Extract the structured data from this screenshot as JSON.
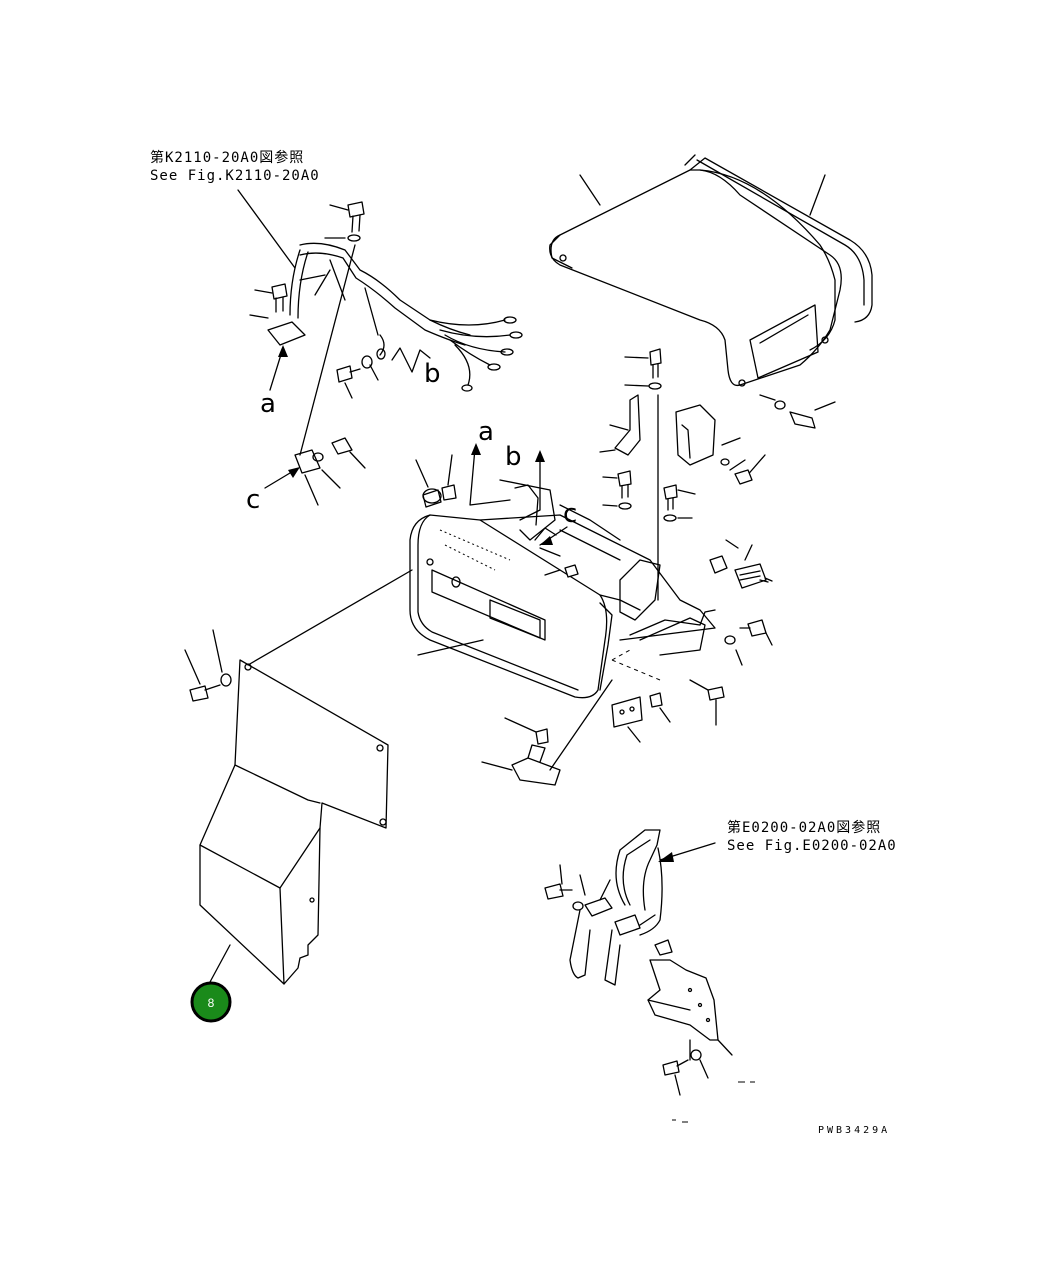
{
  "references": [
    {
      "jp": "第K2110-20A0図参照",
      "en": "See Fig.K2110-20A0"
    },
    {
      "jp": "第E0200-02A0図参照",
      "en": "See Fig.E0200-02A0"
    }
  ],
  "connection_letters": {
    "a": "a",
    "b": "b",
    "c": "c"
  },
  "highlighted_part": {
    "number": "8",
    "color": "#1a8a1a",
    "border": "#000000"
  },
  "drawing_code": "PWB3429A"
}
